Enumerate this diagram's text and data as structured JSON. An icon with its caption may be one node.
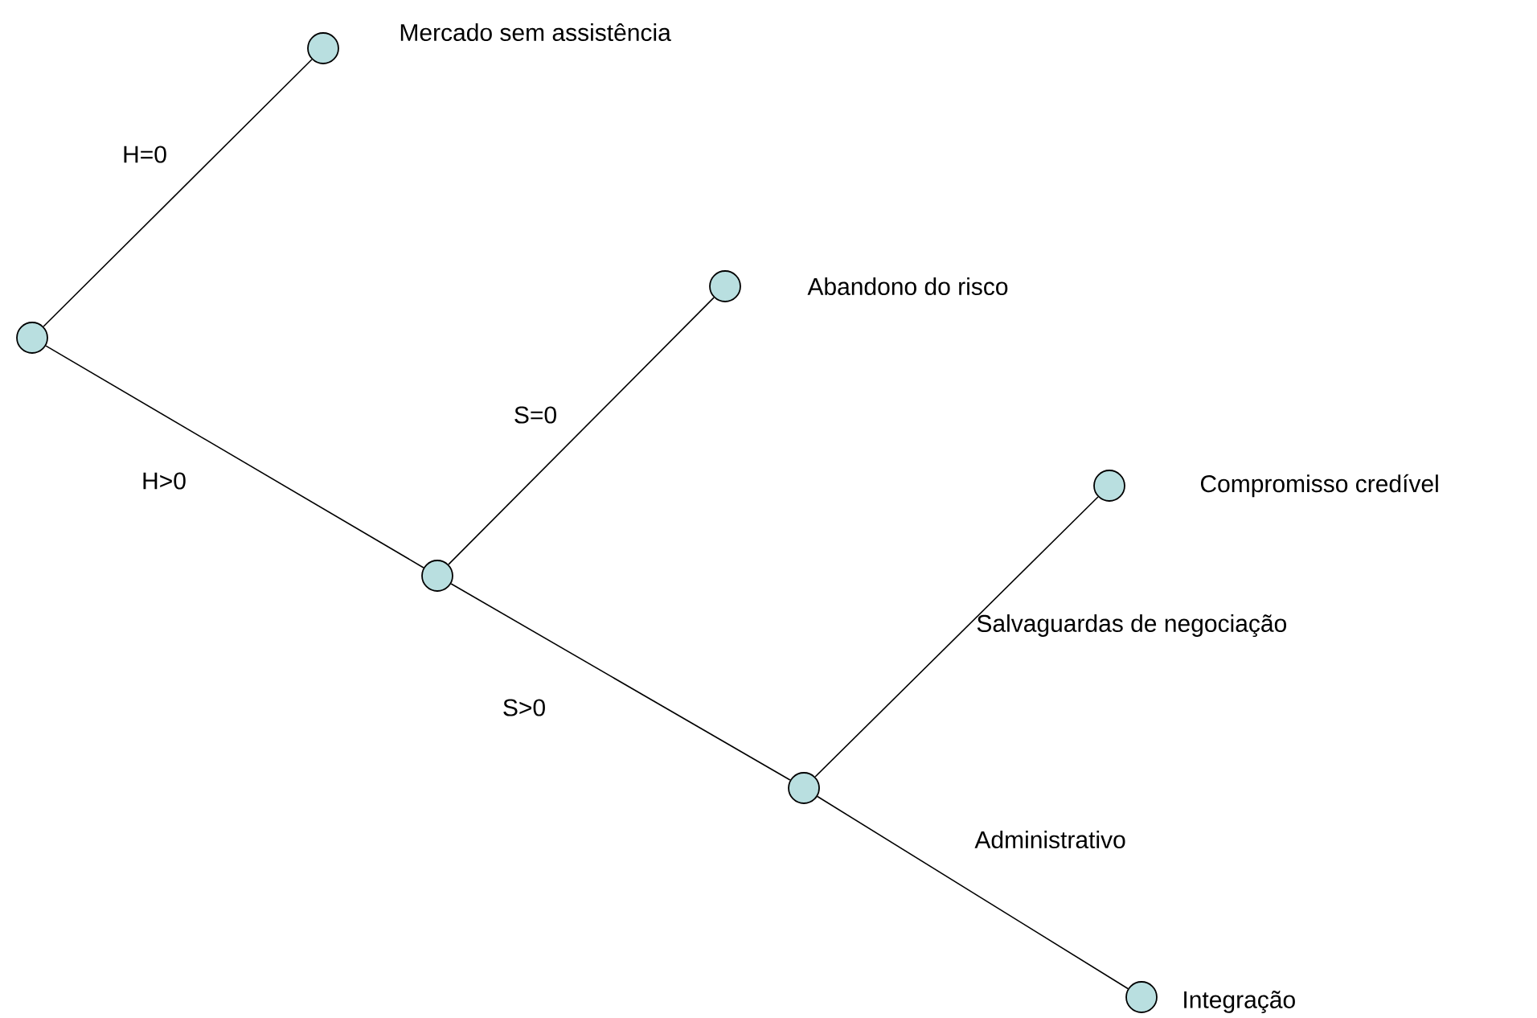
{
  "diagram": {
    "nodes": [
      {
        "text": [],
        "shape": "circle"
      },
      {
        "text": [],
        "shape": "circle",
        "beside": [
          "Mercado sem assistência"
        ]
      },
      {
        "text": [],
        "shape": "circle"
      },
      {
        "text": [],
        "shape": "circle",
        "beside": [
          "Abandono do risco"
        ]
      },
      {
        "text": [],
        "shape": "circle"
      },
      {
        "text": [],
        "shape": "circle",
        "beside": [
          "Compromisso credível"
        ]
      },
      {
        "text": [],
        "shape": "circle",
        "beside": [
          "Integração"
        ]
      }
    ],
    "edges": [
      {
        "from": 0,
        "to": 1,
        "arrow": "none",
        "label": "H=0"
      },
      {
        "from": 0,
        "to": 2,
        "arrow": "none",
        "label": "H>0"
      },
      {
        "from": 2,
        "to": 3,
        "arrow": "none",
        "label": "S=0"
      },
      {
        "from": 2,
        "to": 4,
        "arrow": "none",
        "label": "S>0"
      },
      {
        "from": 4,
        "to": 5,
        "arrow": "none",
        "label": "Salvaguardas de negociação"
      },
      {
        "from": 4,
        "to": 6,
        "arrow": "none",
        "label": "Administrativo"
      }
    ]
  }
}
